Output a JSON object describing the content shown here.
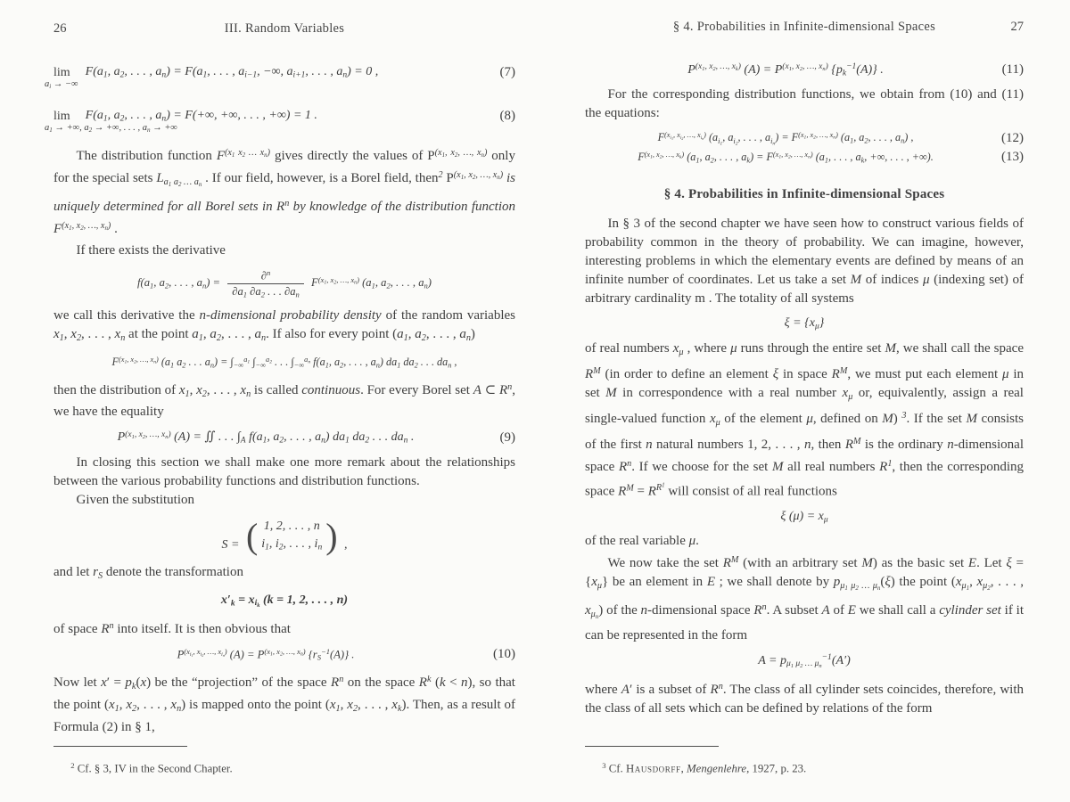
{
  "pages": {
    "left": {
      "page_number": "26",
      "running_head": "III. Random Variables",
      "eq7": {
        "lim": "lim",
        "cond": "a_{i} → −∞",
        "body": "F(a_{1}, a_{2}, . . . , a_{n}) = F(a_{1}, . . . , a_{i−1}, −∞, a_{i+1}, . . . , a_{n}) = 0 ,",
        "tag": "(7)"
      },
      "eq8": {
        "lim": "lim",
        "cond": "a_{1} → +∞, a_{2} → +∞, . . . , a_{n} → +∞",
        "body": "F(a_{1}, a_{2}, . . . , a_{n}) = F(+∞, +∞, . . . , +∞) = 1 .",
        "tag": "(8)"
      },
      "p1": "The distribution function *{F}^{(x_{1} x_{2} … x_{n})} gives directly the values of P^{(x_{1}, x_{2}, …, x_{n})} only for the special sets *{L}_{a_{1} a_{2} … a_{n}} .  If our field, however, is a Borel field, then^{2} P^{(x_{1}, x_{2}, …, x_{n})} *{is uniquely determined for all Borel sets in R^{n} by knowledge of the distribution function} *{F}^{(x_{1}, x_{2}, …, x_{n})} .",
      "p2": "If there exists the derivative",
      "deriv": {
        "pre": "f(a_{1}, a_{2}, . . . , a_{n}) =",
        "num": "∂^{n}",
        "den": "∂a_{1} ∂a_{2} . . . ∂a_{n}",
        "post": "F^{(x_{1}, x_{2}, …, x_{n})} (a_{1}, a_{2}, . . . , a_{n})"
      },
      "p3": "we call this derivative the *{n-dimensional probability density} of the random variables *{x}_{1}, *{x}_{2}, . . . , *{x}_{n} at the point *{a}_{1}, *{a}_{2}, . . . , *{a}_{n}. If also for every point (*{a}_{1}, *{a}_{2}, . . . , *{a}_{n})",
      "eqint": "F^{(x_{1}, x_{2}, …, x_{n})} (a_{1} a_{2} . . . a_{n}) = ∫_{−∞}^{a_{1}} ∫_{−∞}^{a_{2}} . . . ∫_{−∞}^{a_{n}} f(a_{1}, a_{2}, . . . , a_{n}) da_{1} da_{2} . . . da_{n} ,",
      "p4": "then the distribution of *{x}_{1}, *{x}_{2}, . . . , *{x}_{n} is called *{continuous}. For every Borel set *{A} ⊂ *{R}^{n}, we have the equality",
      "eq9": {
        "body": "P^{(x_{1}, x_{2}, …, x_{n})} (A) = ∬ . . . ∫_{A} f(a_{1}, a_{2}, . . . , a_{n}) da_{1} da_{2} . . . da_{n} .",
        "tag": "(9)"
      },
      "p5": "In closing this section we shall make one more remark about the relationships between the various probability functions and distribution functions.",
      "p6": "Given the substitution",
      "eqS": {
        "pre": "S =",
        "row1": "1,  2,  . . . ,  n",
        "row2": "i_{1},  i_{2},  . . . ,  i_{n}",
        "suffix": ","
      },
      "p7": "and let *{r}_{S} denote the transformation",
      "eqT": "x′_{k} = x_{i_{k}}       (k = 1, 2, . . . , n)",
      "p8": "of space *{R}^{n} into itself. It is then obvious that",
      "eq10": {
        "body": "P^{(x_{i_{1}}, x_{i_{2}}, …, x_{i_{n}})} (A) = P^{(x_{1}, x_{2}, …, x_{n})} {r_{S}^{−1}(A)} .",
        "tag": "(10)"
      },
      "p9": "Now let *{x}′ = *{p}_{k}(*{x}) be the “projection” of the space *{R}^{n} on the space *{R}^{k} (*{k} < *{n}), so that the point (*{x}_{1}, *{x}_{2}, . . . , *{x}_{n}) is mapped onto the point (*{x}_{1}, *{x}_{2}, . . . , *{x}_{k}). Then, as a result of Formula (2) in § 1,",
      "footnote": "^{2} Cf. § 3, IV in the Second Chapter."
    },
    "right": {
      "page_number": "27",
      "running_head": "§ 4. Probabilities in Infinite-dimensional Spaces",
      "eq11": {
        "body": "P^{(x_{1}, x_{2}, …, x_{k})} (A) = P^{(x_{1}, x_{2}, …, x_{n})} {p_{k}^{−1}(A)} .",
        "tag": "(11)"
      },
      "p1": "For the corresponding distribution functions, we obtain from (10) and (11) the equations:",
      "eq12": {
        "body": "F^{(x_{i_{1}}, x_{i_{2}}, …, x_{i_{n}})} (a_{i_{1}}, a_{i_{2}}, . . . , a_{i_{n}}) = F^{(x_{1}, x_{2}, …, x_{n})} (a_{1}, a_{2}, . . . , a_{n}) ,",
        "tag": "(12)"
      },
      "eq13": {
        "body": "F^{(x_{1}, x_{2}, …, x_{k})} (a_{1}, a_{2}, . . . , a_{k}) = F^{(x_{1}, x_{2}, …, x_{n})} (a_{1}, . . . , a_{k}, +∞, . . . , +∞).",
        "tag": "(13)"
      },
      "section_heading": "§ 4.  Probabilities in Infinite-dimensional Spaces",
      "p2": "In § 3 of the second chapter we have seen how to construct various fields of probability common in the theory of probability. We can imagine, however, interesting problems in which the elementary events are defined by means of an infinite number of coordinates. Let us take a set *{M} of indices *{μ} (indexing set) of arbitrary cardinality m . The totality of all systems",
      "eqxi": "ξ = {x_{μ}}",
      "p3": "of real numbers *{x}_{μ} , where *{μ} runs through the entire set *{M}, we shall call the space *{R}^{M} (in order to define an element *{ξ} in space *{R}^{M}, we must put each element *{μ} in set *{M} in correspondence with a real number *{x}_{μ} or, equivalently, assign a real single-valued function *{x}_{μ} of the element *{μ}, defined on *{M}) ^{3}. If the set *{M} consists of the first *{n} natural numbers 1, 2, . . . , *{n}, then *{R}^{M} is the ordinary *{n}-dimensional space *{R}^{n}. If we choose for the set *{M} all real numbers *{R}^{1}, then the corresponding space *{R}^{M} = *{R}^{R^{1}} will consist of all real functions",
      "eqximu": "ξ (μ) = x_{μ}",
      "p4": "of the real variable *{μ}.",
      "p5": "We now take the set *{R}^{M} (with an arbitrary set *{M}) as the basic set *{E}. Let *{ξ} = {*{x}_{μ}}  be an element in *{E} ; we shall denote by *{p}_{μ_{1} μ_{2} … μ_{n}}(*{ξ}) the point (*{x}_{μ_{1}}, *{x}_{μ_{2}}, . . . , *{x}_{μ_{n}}) of the *{n}-dimensional space *{R}^{n}. A subset *{A} of *{E} we shall call a *{cylinder set}  if it can be represented in the form",
      "eqA": "A = p_{μ_{1} μ_{2} … μ_{n}}^{−1}(A′)",
      "p6": "where *{A}′ is a subset of *{R}^{n}. The class of all cylinder sets coincides, therefore, with the class of all sets which can be defined by relations of the form",
      "footnote": "^{3} Cf. #{Hausdorff}, *{Mengenlehre}, 1927, p. 23."
    }
  }
}
